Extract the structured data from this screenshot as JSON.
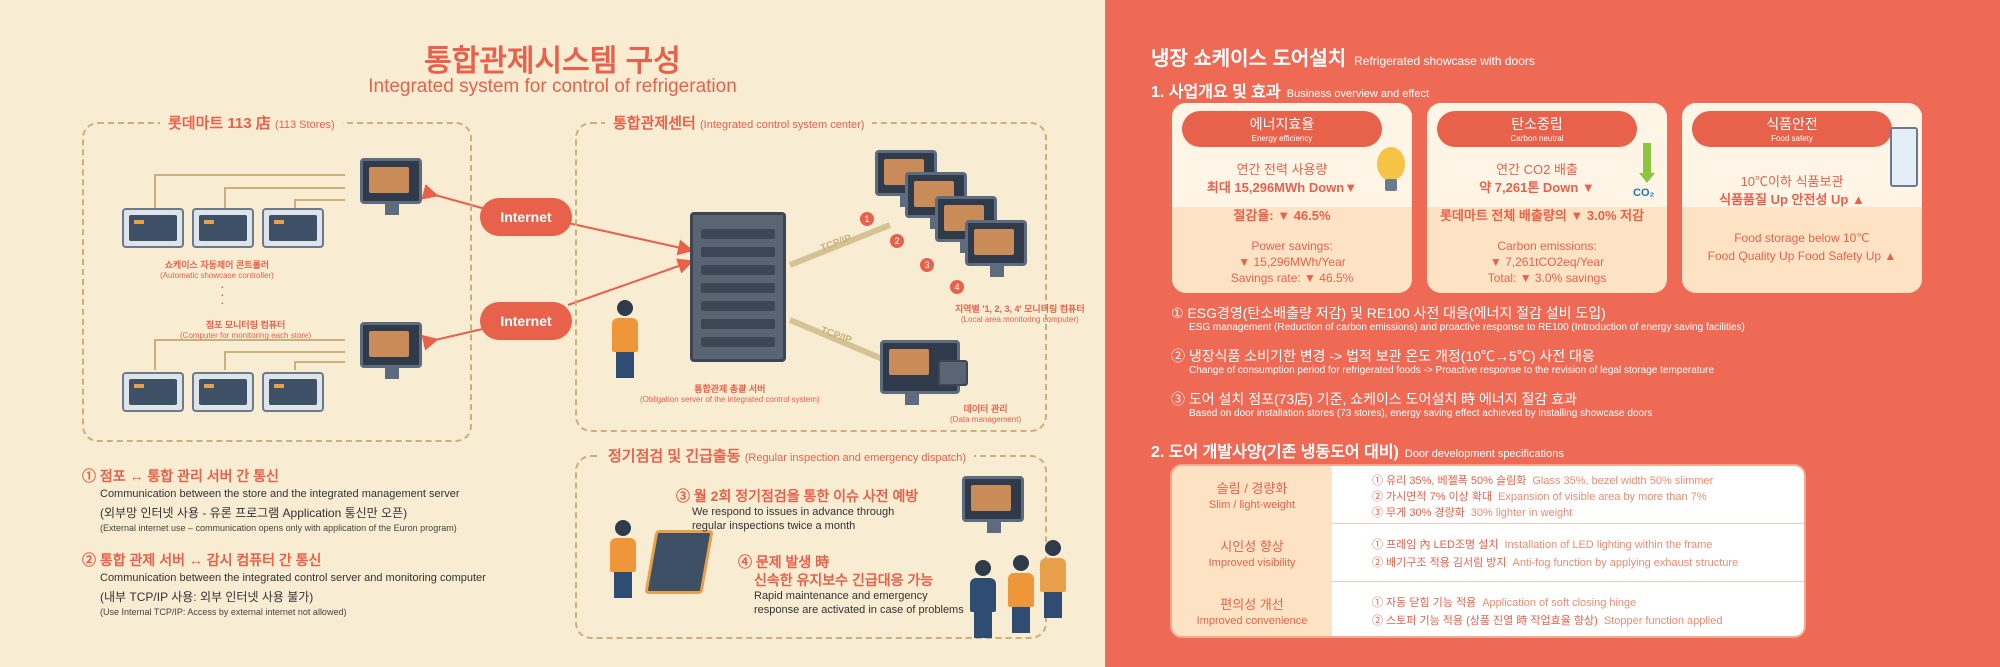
{
  "left": {
    "title": "통합관제시스템 구성",
    "subtitle": "Integrated system for control of refrigeration",
    "stores_box": {
      "label": "롯데마트 113 店",
      "label_small": "(113 Stores)"
    },
    "center_box": {
      "label": "통합관제센터",
      "label_small": "(Integrated control system center)"
    },
    "inspection_box": {
      "label": "정기점검 및 긴급출동",
      "label_small": "(Regular inspection and emergency dispatch)"
    },
    "showcase_controller": {
      "ko": "쇼케이스 자동제어 콘트롤러",
      "en": "(Automatic showcase controller)"
    },
    "monitor_pc": {
      "ko": "점포 모니터링 컴퓨터",
      "en": "(Computer for monitoring each store)"
    },
    "internet_1": "Internet",
    "internet_2": "Internet",
    "tcp_1": "TCP/IP",
    "tcp_2": "TCP/IP",
    "pins": [
      "1",
      "2",
      "3",
      "4"
    ],
    "server_label": {
      "ko": "통합관제 총괄 서버",
      "en": "(Obligation server of the integrated control system)"
    },
    "regional_pc": {
      "ko": "지역별 '1, 2, 3, 4' 모니터링 컴퓨터",
      "en": "(Local area monitoring computer)"
    },
    "data_mgmt": {
      "ko": "데이터 관리",
      "en": "(Data management)"
    },
    "bullet1": {
      "ko": "① 점포 ↔ 통합 관리 서버 간 통신",
      "en": "Communication between the store and the integrated management server",
      "en2": "(외부망 인터넷 사용 - 유론 프로그램 Application 통신만 오픈)",
      "note": "(External internet use – communication opens only with application of the Euron program)"
    },
    "bullet2": {
      "ko": "② 통합 관제 서버 ↔ 감시 컴퓨터 간 통신",
      "en": "Communication between the integrated control server and monitoring computer",
      "en2": "(내부 TCP/IP 사용: 외부 인터넷 사용 불가)",
      "note": "(Use Internal TCP/IP: Access by external internet not allowed)"
    },
    "bullet3": {
      "ko": "③ 월 2회 정기점검을 통한 이슈 사전 예방",
      "en": "We respond to issues in advance through",
      "en2": "regular inspections twice a month"
    },
    "bullet4": {
      "ko": "④ 문제 발생 時",
      "ko2": "신속한 유지보수 긴급대응 가능",
      "en": "Rapid maintenance and emergency",
      "en2": "response are activated in case of problems"
    }
  },
  "right": {
    "title": "냉장 쇼케이스 도어설치",
    "title_en": "Refrigerated showcase with doors",
    "section1": {
      "ko": "1. 사업개요 및 효과",
      "en": "Business overview and effect"
    },
    "cards": [
      {
        "ko": "에너지효율",
        "en": "Energy efficiency",
        "l1": "연간 전력 사용량",
        "l2": "최대 15,296MWh Down▼",
        "l3": "절감율: ▼ 46.5%",
        "b1": "Power savings:",
        "b2": "▼ 15,296MWh/Year",
        "b3": "Savings rate: ▼ 46.5%"
      },
      {
        "ko": "탄소중립",
        "en": "Carbon neutral",
        "l1": "연간 CO2 배출",
        "l2": "약 7,261톤 Down ▼",
        "l3": "롯데마트 전체 배출량의 ▼ 3.0% 저감",
        "b1": "Carbon emissions:",
        "b2": "▼ 7,261tCO2eq/Year",
        "b3": "Total: ▼ 3.0% savings"
      },
      {
        "ko": "식품안전",
        "en": "Food safety",
        "l1": "10℃이하 식품보관",
        "l2": "식품품질 Up 안전성 Up ▲",
        "l3": "",
        "b1": "Food storage below 10℃",
        "b2": "Food Quality Up Food Safety Up ▲",
        "b3": ""
      }
    ],
    "co2_label": "CO₂",
    "items": [
      {
        "ko": "① ESG경영(탄소배출량 저감) 및 RE100 사전 대응(에너지 절감 설비 도입)",
        "en": "ESG management (Reduction of carbon emissions) and proactive response to RE100 (Introduction of energy saving facilities)"
      },
      {
        "ko": "② 냉장식품 소비기한 변경 -> 법적 보관 온도 개정(10℃→5℃) 사전 대응",
        "en": "Change of consumption period for refrigerated foods -> Proactive response to the revision of legal storage temperature"
      },
      {
        "ko": "③ 도어 설치 점포(73店) 기준, 쇼케이스 도어설치 時 에너지 절감 효과",
        "en": "Based on door installation stores (73 stores), energy saving effect achieved by installing showcase doors"
      }
    ],
    "section2": {
      "ko": "2. 도어 개발사양(기존 냉동도어 대비)",
      "en": "Door development specifications"
    },
    "specs": [
      {
        "ko": "슬림 / 경량화",
        "en": "Slim / light-weight",
        "lines": [
          {
            "ko": "① 유리 35%, 베젤폭 50% 슬림화",
            "en": "Glass 35%, bezel width 50% slimmer"
          },
          {
            "ko": "② 가시면적 7% 이상 확대",
            "en": "Expansion of visible area by more than 7%"
          },
          {
            "ko": "③ 무게 30% 경량화",
            "en": "30% lighter in weight"
          }
        ]
      },
      {
        "ko": "시인성 향상",
        "en": "Improved visibility",
        "lines": [
          {
            "ko": "① 프레임 內 LED조명 설치",
            "en": "Installation of LED lighting within the frame"
          },
          {
            "ko": "② 배기구조 적용 김서림 방지",
            "en": "Anti-fog function by applying exhaust structure"
          }
        ]
      },
      {
        "ko": "편의성 개선",
        "en": "Improved convenience",
        "lines": [
          {
            "ko": "① 자동 닫힘 기능 적용",
            "en": "Application of soft closing hinge"
          },
          {
            "ko": "② 스토퍼 기능 적용 (상품 진열 時 작업효율 향상)",
            "en": "Stopper function applied"
          }
        ]
      }
    ]
  }
}
